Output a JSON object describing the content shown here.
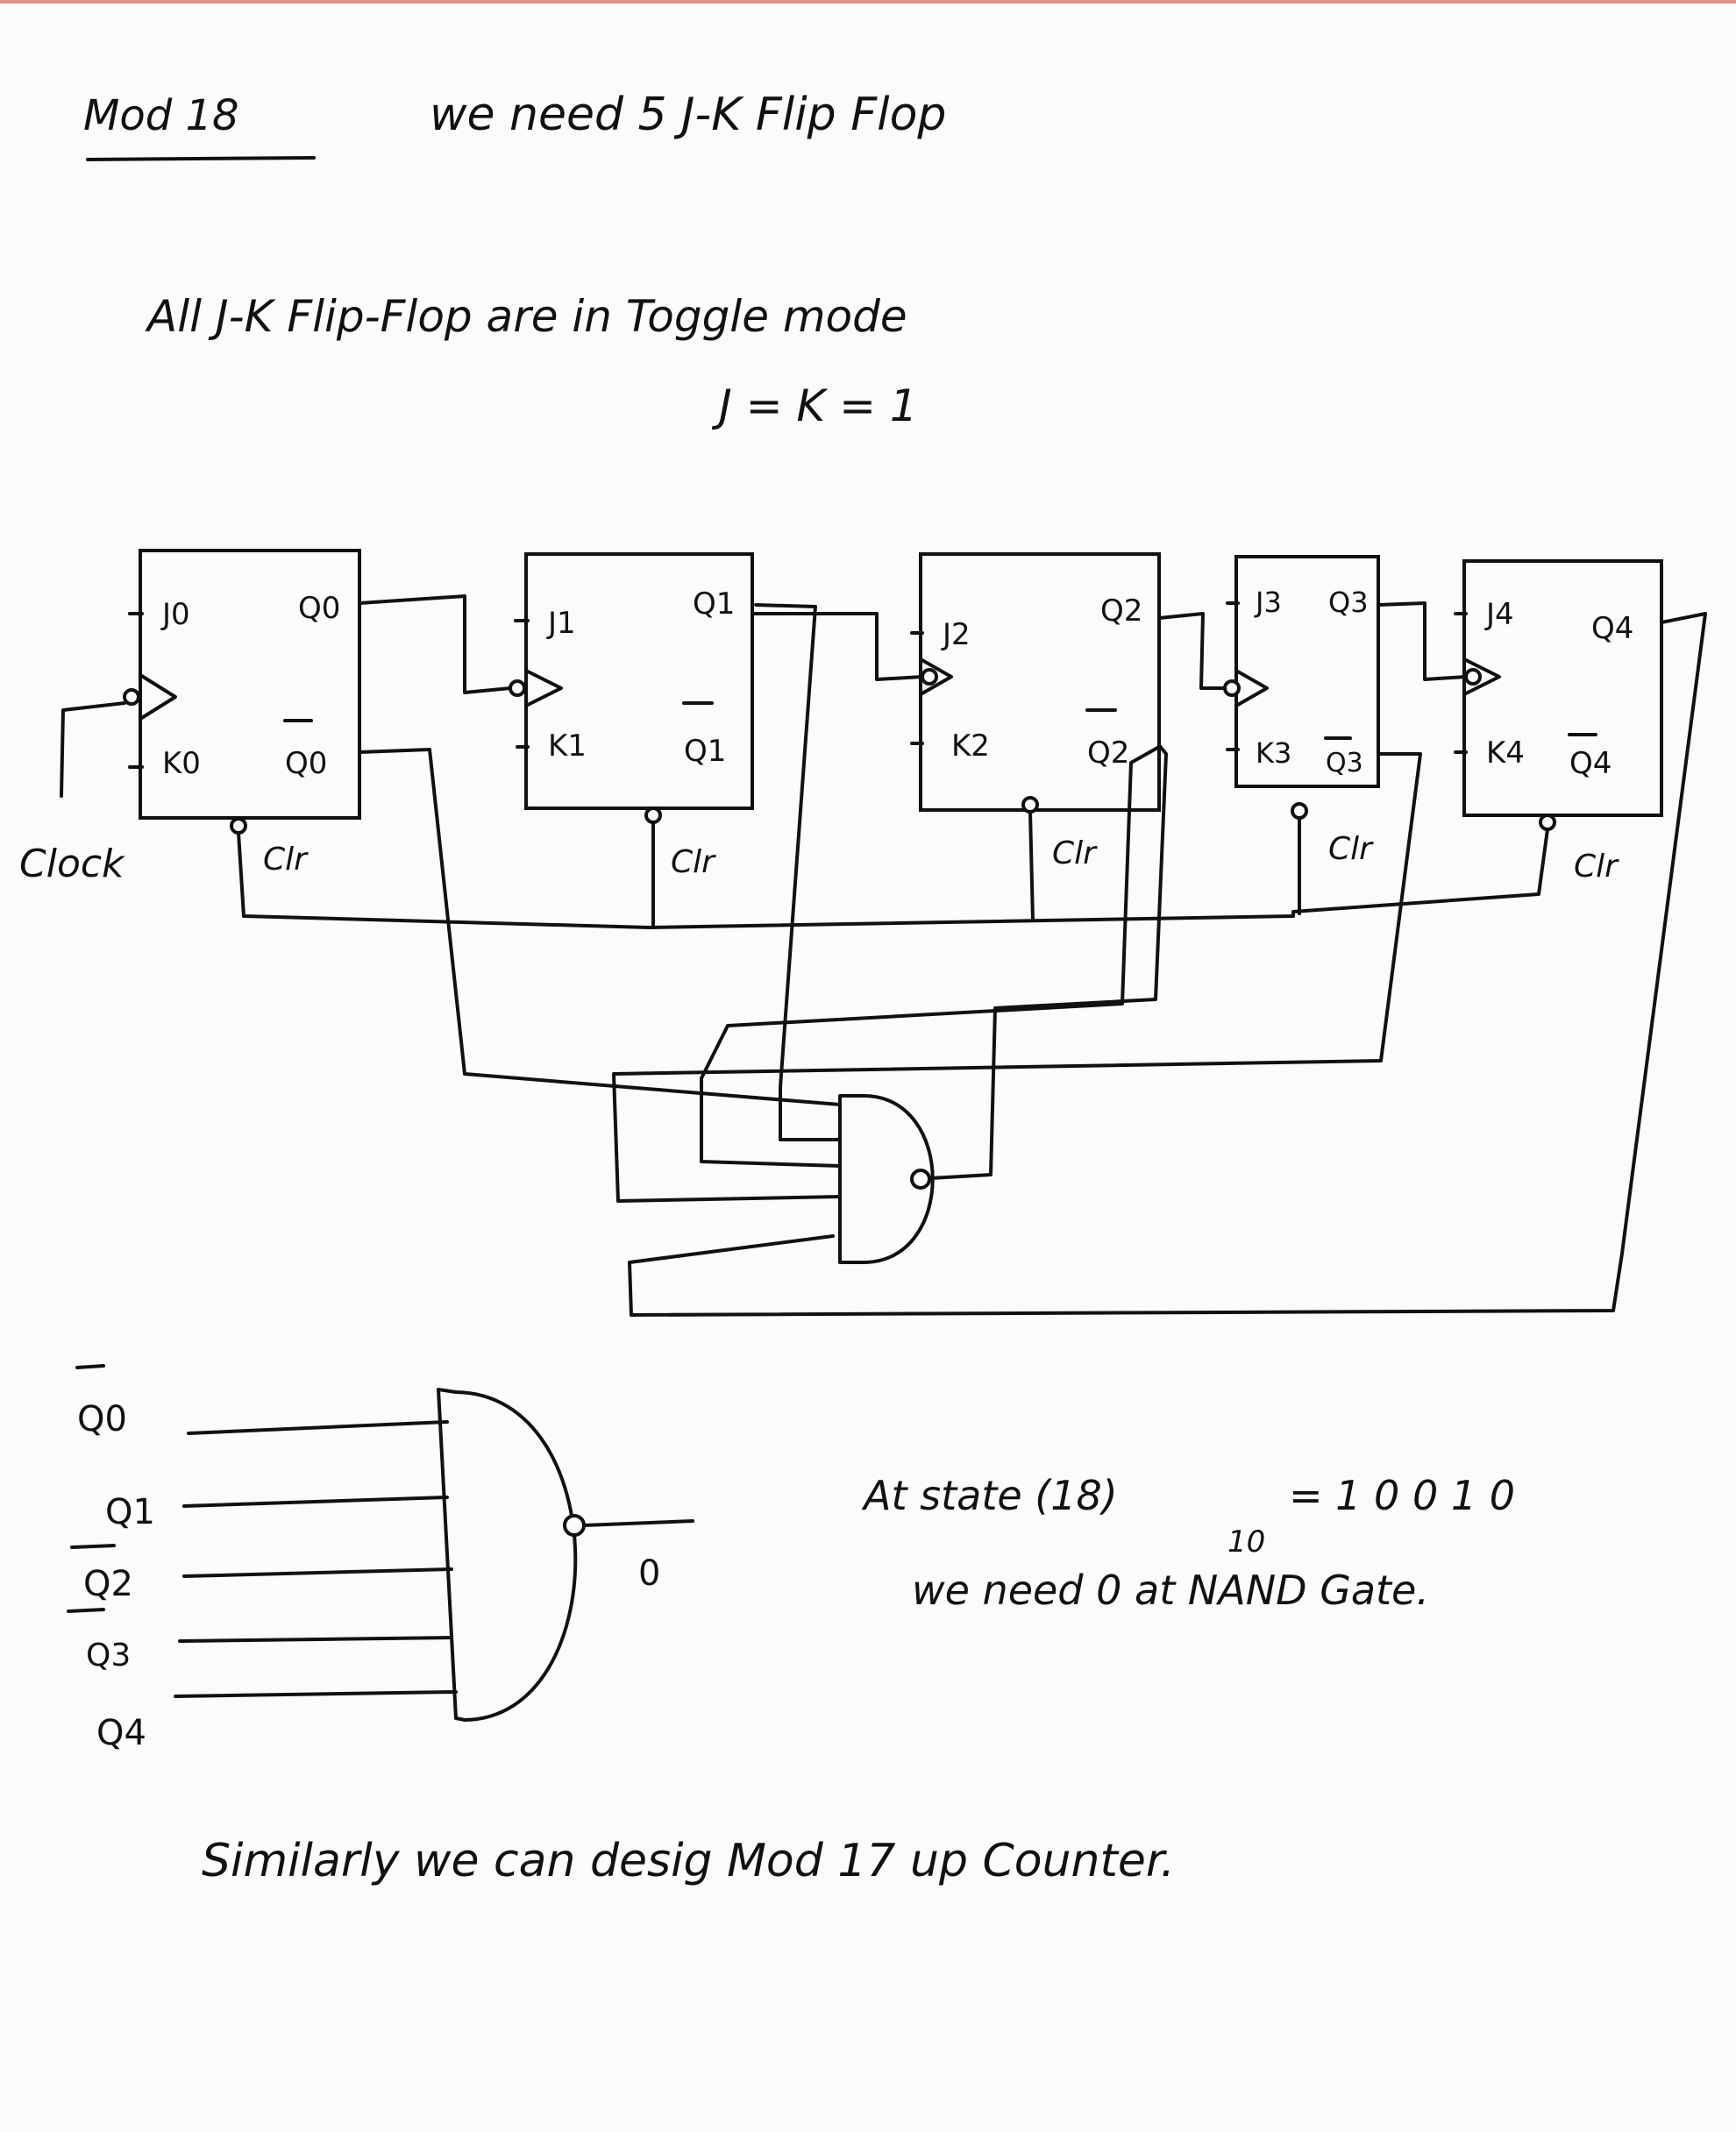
{
  "header": {
    "title": "Mod 18",
    "line1": "we need 5 J-K Flip Flop"
  },
  "notes": {
    "toggle_line": "All J-K Flip-Flop are in Toggle mode",
    "jk_eq": "J = K = 1"
  },
  "circuit": {
    "clock_label": "Clock",
    "clr_label": "Clr",
    "flip_flops": [
      {
        "j": "J0",
        "k": "K0",
        "q": "Q0",
        "qbar": "Q0"
      },
      {
        "j": "J1",
        "k": "K1",
        "q": "Q1",
        "qbar": "Q1"
      },
      {
        "j": "J2",
        "k": "K2",
        "q": "Q2",
        "qbar": "Q2"
      },
      {
        "j": "J3",
        "k": "K3",
        "q": "Q3",
        "qbar": "Q3"
      },
      {
        "j": "J4",
        "k": "K4",
        "q": "Q4",
        "qbar": "Q4"
      }
    ]
  },
  "nand_detail": {
    "inputs": [
      "Q0",
      "Q1",
      "Q2",
      "Q3",
      "Q4"
    ],
    "input_bars": [
      true,
      false,
      true,
      true,
      false
    ],
    "output": "0"
  },
  "state_note": {
    "line1_prefix": "At state (18)",
    "line1_sub": "10",
    "line1_suffix": "= 1 0 0 1 0",
    "line2": "we need 0 at NAND Gate."
  },
  "footer": {
    "text": "Similarly we can desig Mod 17 up Counter."
  }
}
